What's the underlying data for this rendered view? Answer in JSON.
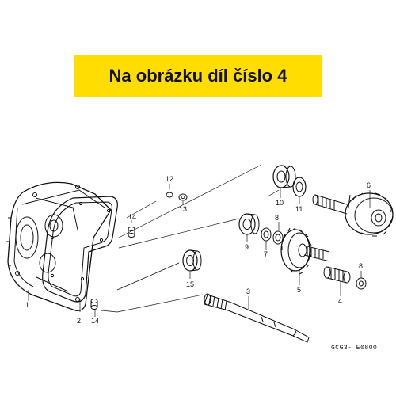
{
  "banner": {
    "text": "Na obrázku díl číslo 4",
    "background": "#ffdd00"
  },
  "callouts": {
    "c1": "1",
    "c2": "2",
    "c3": "3",
    "c4": "4",
    "c5": "5",
    "c6": "6",
    "c7": "7",
    "c8a": "8",
    "c8b": "8",
    "c9": "9",
    "c10": "10",
    "c11": "11",
    "c12": "12",
    "c13": "13",
    "c14a": "14",
    "c14b": "14",
    "c15": "15"
  },
  "diagram_code": "GCG3- E0800"
}
